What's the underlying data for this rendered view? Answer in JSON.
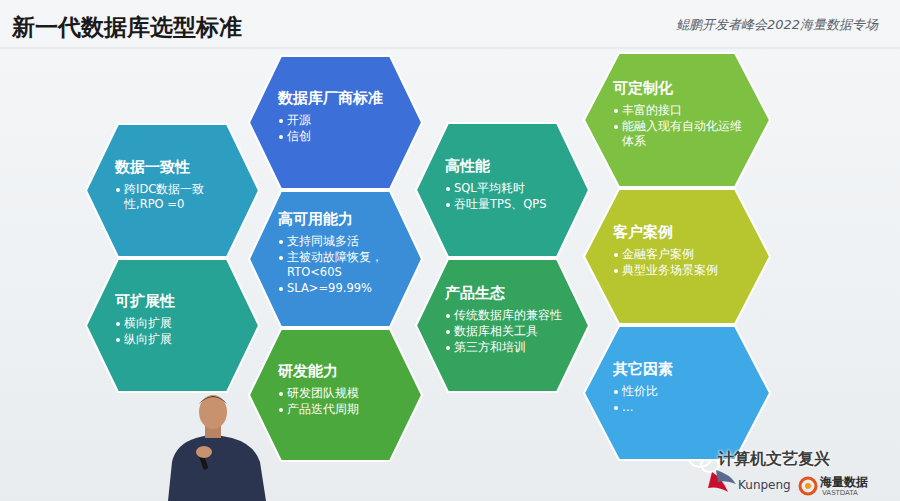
{
  "diagram": {
    "title": "新一代数据库选型标准",
    "nodes": [
      {
        "text": [
          "数据一致性",
          "跨IDC数据一致性,RPO =0"
        ]
      },
      {
        "text": [
          "可扩展性",
          "横向扩展",
          "纵向扩展"
        ]
      },
      {
        "text": [
          "数据库厂商标准",
          "开源",
          "信创"
        ]
      },
      {
        "text": [
          "高可用能力",
          "支持同城多活",
          "主被动故障恢复， RTO<60S",
          "SLA>=99.99%"
        ]
      },
      {
        "text": [
          "研发能力",
          "研发团队规模",
          "产品迭代周期"
        ]
      },
      {
        "text": [
          "高性能",
          "SQL平均耗时",
          "吞吐量TPS、QPS"
        ]
      },
      {
        "text": [
          "产品生态",
          "传统数据库的兼容性",
          "数据库相关工具",
          "第三方和培训"
        ]
      },
      {
        "text": [
          "可定制化",
          "丰富的接口",
          "能融入现有自动化运维 体系"
        ]
      },
      {
        "text": [
          "客户案例",
          "金融客户案例",
          "典型业务场景案例"
        ]
      },
      {
        "text": [
          "其它因素",
          "性价比",
          "…"
        ]
      }
    ],
    "labels": [
      "鲲鹏开发者峰会2022海量数据专场",
      "计算机文艺复兴",
      "Kunpeng",
      "海量数据",
      "VASTDATA"
    ]
  }
}
